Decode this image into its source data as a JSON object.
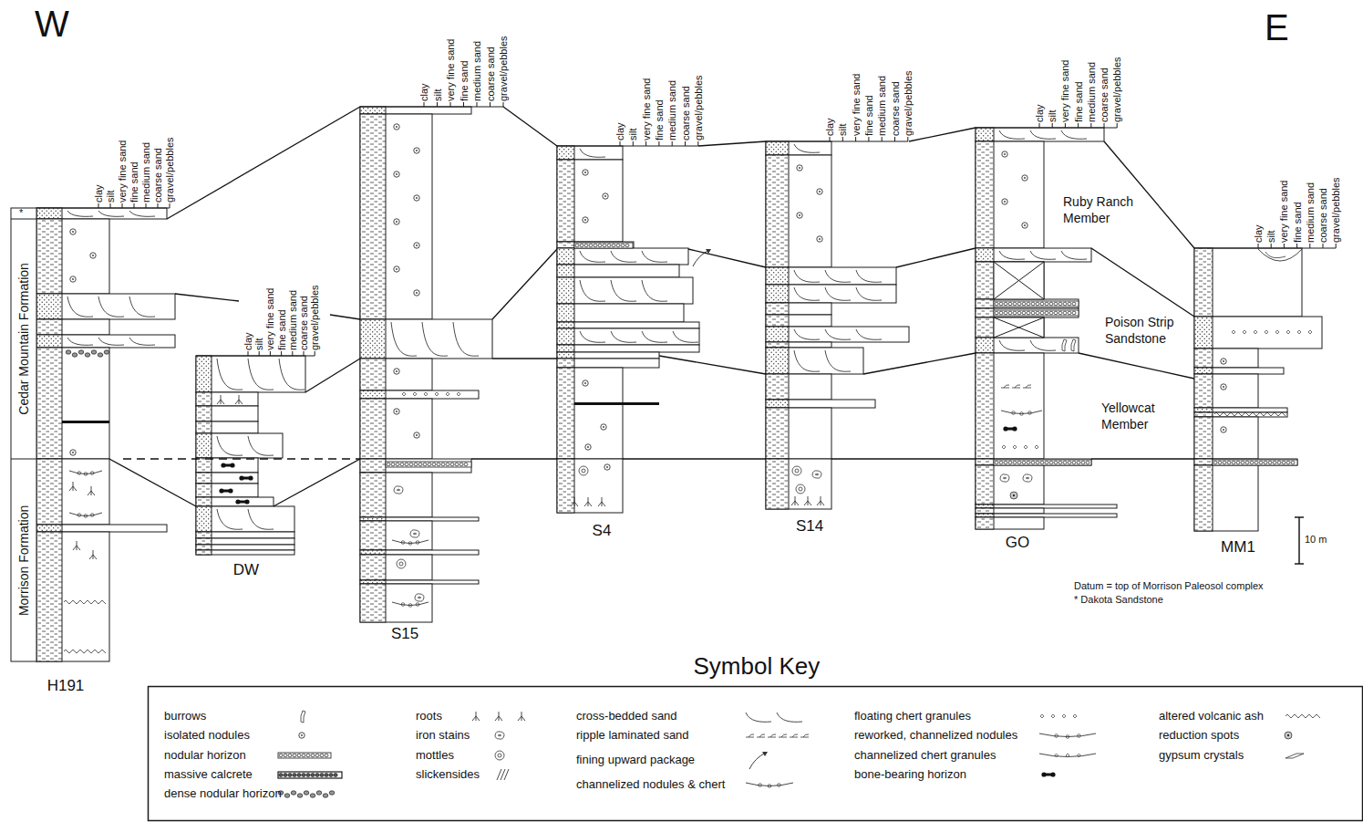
{
  "diagram": {
    "nodes": [
      {
        "text": [
          "H191"
        ]
      },
      {
        "text": [
          "DW"
        ]
      },
      {
        "text": [
          "S15"
        ]
      },
      {
        "text": [
          "S4"
        ]
      },
      {
        "text": [
          "S14"
        ]
      },
      {
        "text": [
          "GO"
        ]
      },
      {
        "text": [
          "MM1"
        ]
      }
    ],
    "edges": [
      {
        "from": 0,
        "to": 2,
        "arrow": "none"
      },
      {
        "from": 2,
        "to": 3,
        "arrow": "none"
      },
      {
        "from": 3,
        "to": 4,
        "arrow": "none"
      },
      {
        "from": 4,
        "to": 5,
        "arrow": "none"
      },
      {
        "from": 5,
        "to": 6,
        "arrow": "none"
      },
      {
        "from": 0,
        "to": 2,
        "arrow": "none"
      },
      {
        "from": 2,
        "to": 3,
        "arrow": "none"
      },
      {
        "from": 3,
        "to": 4,
        "arrow": "none"
      },
      {
        "from": 4,
        "to": 5,
        "arrow": "none"
      },
      {
        "from": 5,
        "to": 6,
        "arrow": "none"
      },
      {
        "from": 1,
        "to": 2,
        "arrow": "none"
      },
      {
        "from": 2,
        "to": 3,
        "arrow": "none"
      },
      {
        "from": 3,
        "to": 4,
        "arrow": "none"
      },
      {
        "from": 4,
        "to": 5,
        "arrow": "none"
      },
      {
        "from": 5,
        "to": 6,
        "arrow": "none"
      },
      {
        "from": 0,
        "to": 1,
        "arrow": "none"
      },
      {
        "from": 0,
        "to": 2,
        "arrow": "none"
      },
      {
        "from": 1,
        "to": 2,
        "arrow": "none"
      },
      {
        "from": 2,
        "to": 3,
        "arrow": "none"
      },
      {
        "from": 3,
        "to": 4,
        "arrow": "none"
      },
      {
        "from": 4,
        "to": 5,
        "arrow": "none"
      },
      {
        "from": 5,
        "to": 6,
        "arrow": "none"
      }
    ],
    "labels": [
      "W",
      "E",
      "*",
      "Cedar Mountain Formation",
      "Morrison Formation",
      "clay",
      "silt",
      "very fine sand",
      "fine sand",
      "medium sand",
      "coarse sand",
      "gravel/pebbles",
      "clay",
      "silt",
      "very fine sand",
      "fine sand",
      "medium sand",
      "coarse sand",
      "gravel/pebbles",
      "clay",
      "silt",
      "very fine sand",
      "fine sand",
      "medium sand",
      "coarse sand",
      "gravel/pebbles",
      "clay",
      "silt",
      "very fine sand",
      "fine sand",
      "medium sand",
      "coarse sand",
      "gravel/pebbles",
      "clay",
      "silt",
      "very fine sand",
      "fine sand",
      "medium sand",
      "coarse sand",
      "gravel/pebbles",
      "clay",
      "silt",
      "very fine sand",
      "fine sand",
      "medium sand",
      "coarse sand",
      "gravel/pebbles",
      "clay",
      "silt",
      "very fine sand",
      "fine sand",
      "medium sand",
      "coarse sand",
      "gravel/pebbles",
      "Ruby Ranch Member",
      "Poison Strip Sandstone",
      "Yellowcat Member",
      "10 m",
      "Datum = top of Morrison Paleosol complex",
      "* Dakota Sandstone",
      "Symbol Key"
    ],
    "legend": [
      {
        "text": "burrows"
      },
      {
        "text": "isolated nodules"
      },
      {
        "text": "nodular horizon"
      },
      {
        "text": "massive calcrete"
      },
      {
        "text": "dense nodular horizon"
      },
      {
        "text": "roots"
      },
      {
        "text": "iron stains"
      },
      {
        "text": "mottles"
      },
      {
        "text": "slickensides"
      },
      {
        "text": "cross-bedded sand"
      },
      {
        "text": "ripple laminated sand"
      },
      {
        "text": "fining upward package"
      },
      {
        "text": "channelized nodules & chert"
      },
      {
        "text": "floating chert granules"
      },
      {
        "text": "reworked, channelized nodules"
      },
      {
        "text": "channelized chert granules"
      },
      {
        "text": "bone-bearing horizon"
      },
      {
        "text": "altered volcanic ash"
      },
      {
        "text": "reduction spots"
      },
      {
        "text": "gypsum crystals"
      }
    ]
  }
}
